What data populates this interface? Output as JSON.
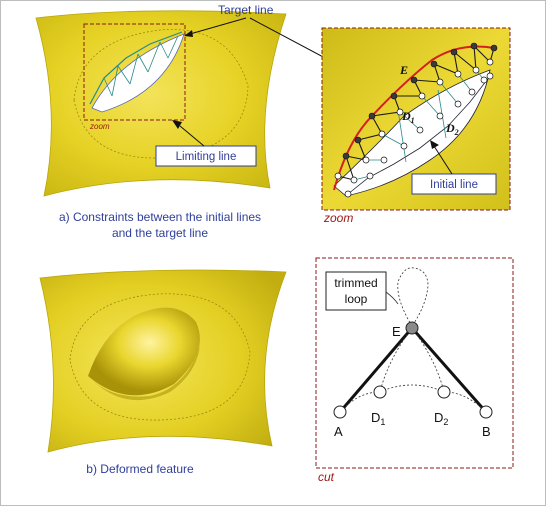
{
  "labels": {
    "target_line": "Target line",
    "limiting_line": "Limiting line",
    "initial_line": "Initial line",
    "zoom_small": "zoom",
    "zoom_big": "zoom",
    "cut": "cut",
    "caption_a_line1": "a)  Constraints between the initial lines",
    "caption_a_line2": "and the target line",
    "caption_b": "b) Deformed feature",
    "trimmed_loop_line1": "trimmed",
    "trimmed_loop_line2": "loop",
    "node_E_zoom": "E",
    "node_D1_zoom": "D",
    "node_D1_zoom_sub": "1",
    "node_D2_zoom": "D",
    "node_D2_zoom_sub": "2",
    "graph_E": "E",
    "graph_A": "A",
    "graph_B": "B",
    "graph_D1": "D",
    "graph_D1_sub": "1",
    "graph_D2": "D",
    "graph_D2_sub": "2"
  },
  "colors": {
    "surface": "#e6d224",
    "surface_dark": "#b8a60c",
    "frame_dashed": "#8b1a1a",
    "caption": "#2f3f9a",
    "target_curve": "#d42020",
    "connector": "#2a8a8a",
    "box_border": "#2f3f9a"
  }
}
